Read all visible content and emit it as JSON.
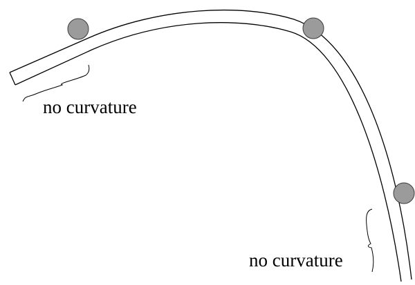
{
  "colors": {
    "roller_fill": "#9b9b9b",
    "roller_stroke": "#3a3a3a",
    "line": "#000000",
    "background": "#ffffff"
  },
  "diagram": {
    "rollers": [
      {
        "name": "left-roller"
      },
      {
        "name": "top-roller"
      },
      {
        "name": "right-roller"
      }
    ],
    "labels": {
      "left_straight_segment": "no curvature",
      "right_straight_segment": "no curvature"
    }
  }
}
